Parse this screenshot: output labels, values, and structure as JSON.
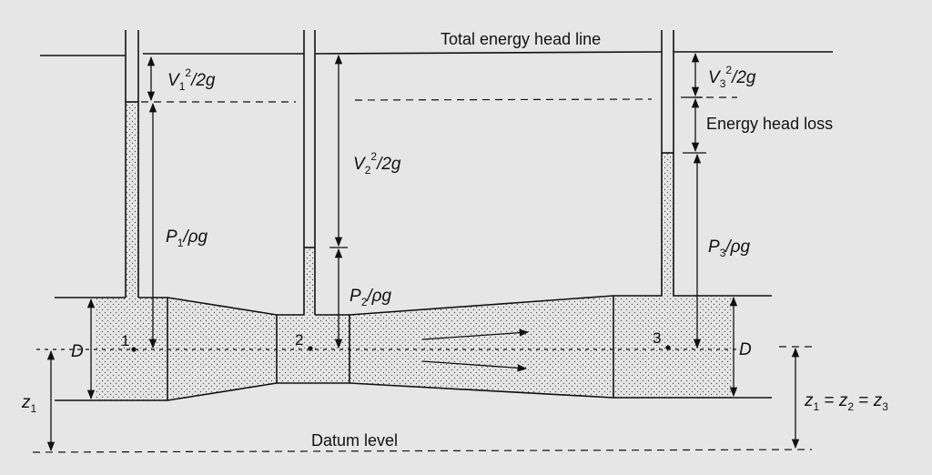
{
  "colors": {
    "background": "#e6e6e6",
    "ink": "#111111",
    "fluid_stipple": "#555555"
  },
  "labels": {
    "total_energy_head_line": "Total energy head line",
    "energy_head_loss": "Energy head loss",
    "datum_level": "Datum level",
    "d_left": "D",
    "d_right": "D",
    "z1_left": "z",
    "z1_left_sub": "1",
    "z_equal": {
      "z": "z",
      "s1": "1",
      "eq": " = ",
      "s2": "2",
      "s3": "3"
    }
  },
  "points": [
    {
      "id": "1",
      "label": "1"
    },
    {
      "id": "2",
      "label": "2"
    },
    {
      "id": "3",
      "label": "3"
    }
  ],
  "velocity_heads": [
    {
      "v": "V",
      "sub": "1",
      "sup": "2",
      "rest": "/2g"
    },
    {
      "v": "V",
      "sub": "2",
      "sup": "2",
      "rest": "/2g"
    },
    {
      "v": "V",
      "sub": "3",
      "sup": "2",
      "rest": "/2g"
    }
  ],
  "pressure_heads": [
    {
      "p": "P",
      "sub": "1",
      "rest": "/ρg"
    },
    {
      "p": "P",
      "sub": "2",
      "rest": "/ρg"
    },
    {
      "p": "P",
      "sub": "3",
      "rest": "/ρg"
    }
  ]
}
